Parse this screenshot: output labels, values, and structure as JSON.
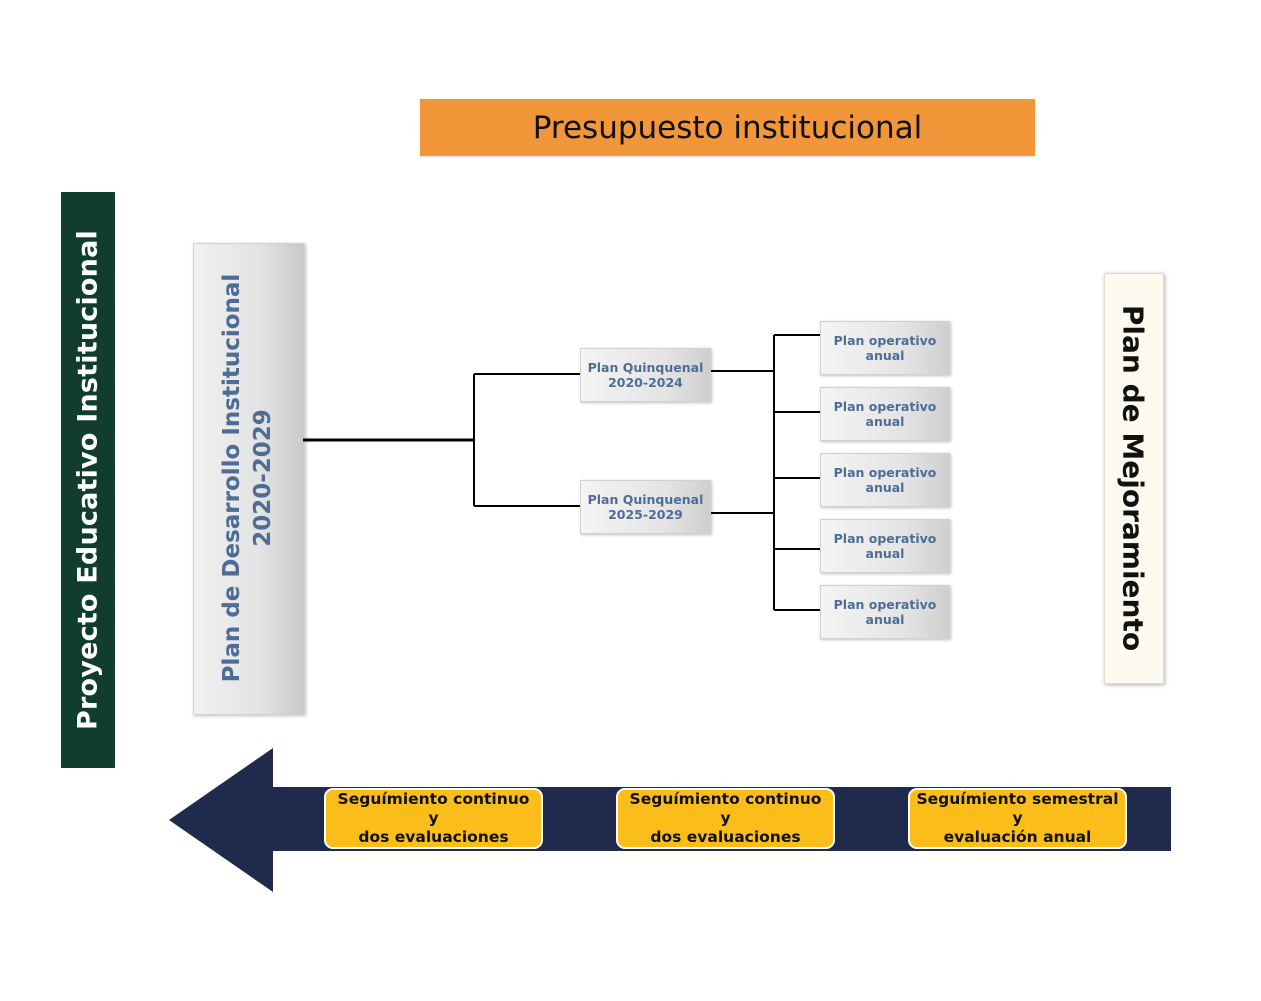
{
  "budget": {
    "title": "Presupuesto institucional"
  },
  "pei": {
    "label": "Proyecto Educativo Institucional"
  },
  "pdi": {
    "line1": "Plan de Desarrollo Institucional",
    "line2": "2020-2029"
  },
  "mejoramiento": {
    "label": "Plan de Mejoramiento"
  },
  "quinquenales": [
    {
      "line1": "Plan Quinquenal",
      "line2": "2020-2024"
    },
    {
      "line1": "Plan Quinquenal",
      "line2": "2025-2029"
    }
  ],
  "operativos": [
    {
      "line1": "Plan operativo",
      "line2": "anual"
    },
    {
      "line1": "Plan operativo",
      "line2": "anual"
    },
    {
      "line1": "Plan operativo",
      "line2": "anual"
    },
    {
      "line1": "Plan operativo",
      "line2": "anual"
    },
    {
      "line1": "Plan operativo",
      "line2": "anual"
    }
  ],
  "seguimiento": [
    {
      "line1": "Seguímiento continuo y",
      "line2": "dos evaluaciones"
    },
    {
      "line1": "Seguímiento continuo y",
      "line2": "dos evaluaciones"
    },
    {
      "line1": "Seguímiento semestral y",
      "line2": "evaluación anual"
    }
  ],
  "colors": {
    "budget_banner": "#f2963a",
    "pei_bar": "#103d2e",
    "box_text": "#4d6d96",
    "arrow": "#1f2a4d",
    "pill": "#fbbd1a"
  }
}
